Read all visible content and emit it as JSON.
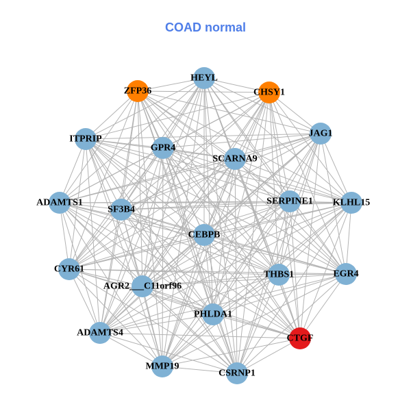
{
  "title": "COAD normal",
  "colors": {
    "title": "#4f7ee8",
    "default_node": "#7fb1d4",
    "highlight_orange": "#ff7f00",
    "highlight_red": "#e41a1c",
    "edge": "#b3b3b3"
  },
  "nodes": [
    {
      "name": "HEYL",
      "color": "#7fb1d4"
    },
    {
      "name": "CHSY1",
      "color": "#ff7f00"
    },
    {
      "name": "JAG1",
      "color": "#7fb1d4"
    },
    {
      "name": "KLHL15",
      "color": "#7fb1d4"
    },
    {
      "name": "EGR4",
      "color": "#7fb1d4"
    },
    {
      "name": "CTGF",
      "color": "#e41a1c"
    },
    {
      "name": "CSRNP1",
      "color": "#7fb1d4"
    },
    {
      "name": "MMP19",
      "color": "#7fb1d4"
    },
    {
      "name": "ADAMTS4",
      "color": "#7fb1d4"
    },
    {
      "name": "CYR61",
      "color": "#7fb1d4"
    },
    {
      "name": "ADAMTS1",
      "color": "#7fb1d4"
    },
    {
      "name": "ITPRIP",
      "color": "#7fb1d4"
    },
    {
      "name": "ZFP36",
      "color": "#ff7f00"
    },
    {
      "name": "GPR4",
      "color": "#7fb1d4"
    },
    {
      "name": "SCARNA9",
      "color": "#7fb1d4"
    },
    {
      "name": "SERPINE1",
      "color": "#7fb1d4"
    },
    {
      "name": "THBS1",
      "color": "#7fb1d4"
    },
    {
      "name": "PHLDA1",
      "color": "#7fb1d4"
    },
    {
      "name": "AGR2___C11orf96",
      "color": "#7fb1d4"
    },
    {
      "name": "SF3B4",
      "color": "#7fb1d4"
    },
    {
      "name": "CEBPB",
      "color": "#7fb1d4"
    }
  ],
  "edges_note": "near-complete graph: every gene pair connected",
  "edges": "all-pairs"
}
